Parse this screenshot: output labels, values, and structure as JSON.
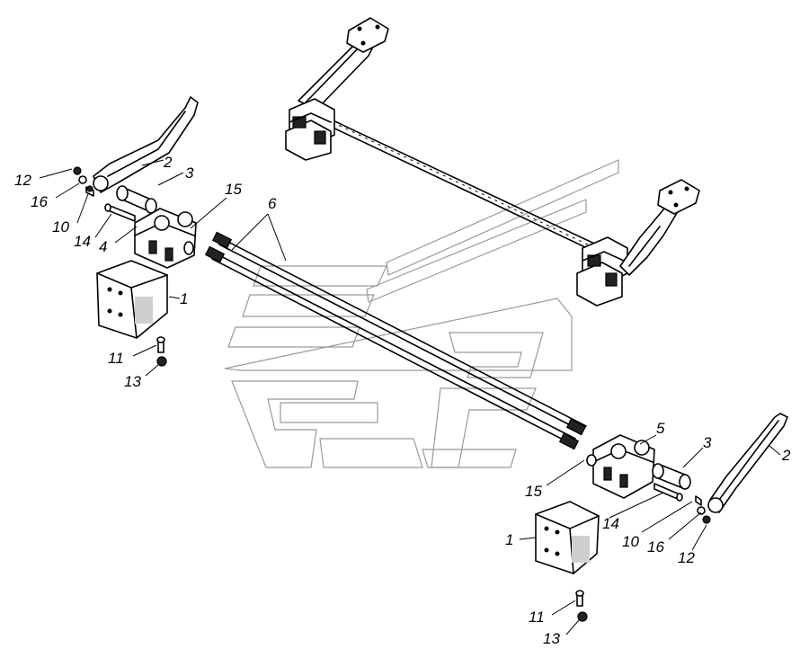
{
  "callouts": {
    "c1a": "1",
    "c1b": "1",
    "c2a": "2",
    "c2b": "2",
    "c3a": "3",
    "c3b": "3",
    "c4": "4",
    "c5": "5",
    "c6": "6",
    "c10a": "10",
    "c10b": "10",
    "c11a": "11",
    "c11b": "11",
    "c12a": "12",
    "c12b": "12",
    "c13a": "13",
    "c13b": "13",
    "c14a": "14",
    "c14b": "14",
    "c15a": "15",
    "c15b": "15",
    "c16a": "16",
    "c16b": "16"
  },
  "colors": {
    "ink": "#000000",
    "watermark": "#9a9a9a",
    "background": "#ffffff"
  }
}
